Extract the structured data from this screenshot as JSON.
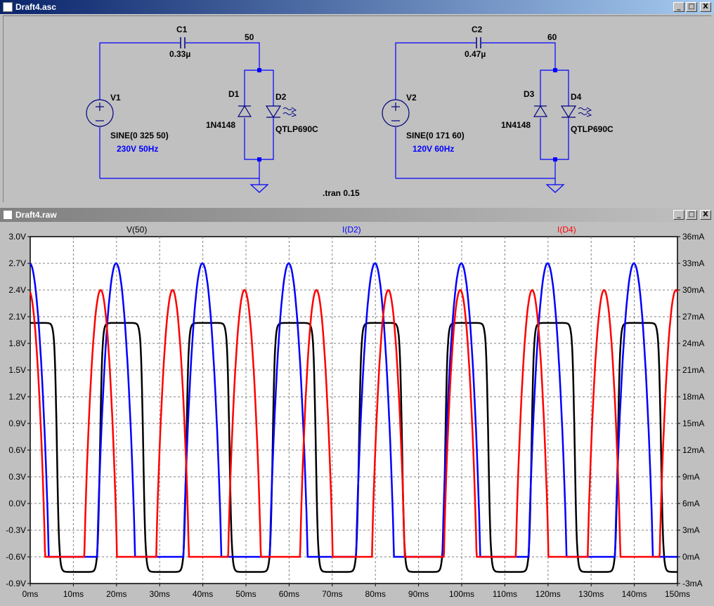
{
  "schematic_window": {
    "title": "Draft4.asc",
    "buttons": {
      "minimize": "_",
      "maximize": "□",
      "close": "X"
    }
  },
  "waveform_window": {
    "title": "Draft4.raw",
    "buttons": {
      "minimize": "_",
      "maximize": "□",
      "close": "X"
    }
  },
  "schematic": {
    "left": {
      "cap_name": "C1",
      "cap_value": "0.33µ",
      "node": "50",
      "source_name": "V1",
      "source_fn": "SINE(0 325 50)",
      "source_comment": "230V 50Hz",
      "diode1_name": "D1",
      "diode1_model": "1N4148",
      "diode2_name": "D2",
      "diode2_model": "QTLP690C"
    },
    "right": {
      "cap_name": "C2",
      "cap_value": "0.47µ",
      "node": "60",
      "source_name": "V2",
      "source_fn": "SINE(0 171 60)",
      "source_comment": "120V 60Hz",
      "diode1_name": "D3",
      "diode1_model": "1N4148",
      "diode2_name": "D4",
      "diode2_model": "QTLP690C"
    },
    "directive": ".tran 0.15"
  },
  "colors": {
    "wire": "#0000ff",
    "component": "#000080",
    "comment": "#0000ff",
    "trace_v50": "#000000",
    "trace_id2": "#0000ff",
    "trace_id4": "#ff0000"
  },
  "chart_data": {
    "type": "line",
    "traces": [
      {
        "name": "V(50)",
        "axis": "left",
        "color": "#000000"
      },
      {
        "name": "I(D2)",
        "axis": "right",
        "color": "#0000ff"
      },
      {
        "name": "I(D4)",
        "axis": "right",
        "color": "#ff0000"
      }
    ],
    "x_ticks": [
      "0ms",
      "10ms",
      "20ms",
      "30ms",
      "40ms",
      "50ms",
      "60ms",
      "70ms",
      "80ms",
      "90ms",
      "100ms",
      "110ms",
      "120ms",
      "130ms",
      "140ms",
      "150ms"
    ],
    "y_left_ticks": [
      "3.0V",
      "2.7V",
      "2.4V",
      "2.1V",
      "1.8V",
      "1.5V",
      "1.2V",
      "0.9V",
      "0.6V",
      "0.3V",
      "0.0V",
      "-0.3V",
      "-0.6V",
      "-0.9V"
    ],
    "y_right_ticks": [
      "36mA",
      "33mA",
      "30mA",
      "27mA",
      "24mA",
      "21mA",
      "18mA",
      "15mA",
      "12mA",
      "9mA",
      "6mA",
      "3mA",
      "0mA",
      "-3mA"
    ],
    "xlim": [
      0,
      150
    ],
    "ylim_left": [
      -0.9,
      3.0
    ],
    "ylim_right": [
      -3,
      36
    ],
    "grid": true,
    "signals": {
      "v50": {
        "freq_hz": 50,
        "high": 2.03,
        "low": -0.77
      },
      "id2": {
        "freq_hz": 50,
        "peak_ma": 33,
        "zero_ma": 0
      },
      "id4": {
        "freq_hz": 60,
        "peak_ma": 30,
        "zero_ma": 0
      }
    }
  }
}
